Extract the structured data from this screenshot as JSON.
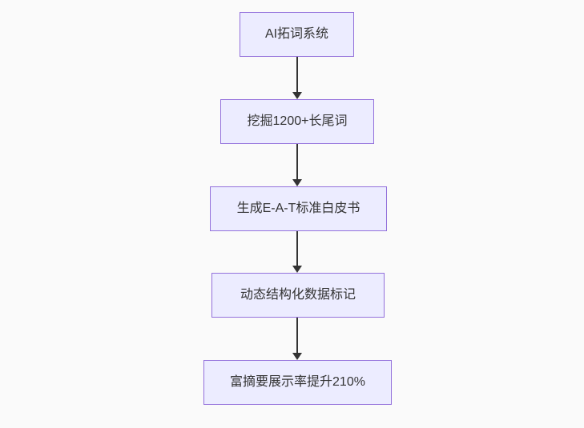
{
  "diagram": {
    "type": "flowchart",
    "direction": "top-down",
    "nodes": [
      {
        "id": "A",
        "label": "AI拓词系统"
      },
      {
        "id": "B",
        "label": "挖掘1200+长尾词"
      },
      {
        "id": "C",
        "label": "生成E-A-T标准白皮书"
      },
      {
        "id": "D",
        "label": "动态结构化数据标记"
      },
      {
        "id": "E",
        "label": "富摘要展示率提升210%"
      }
    ],
    "edges": [
      {
        "from": "A",
        "to": "B"
      },
      {
        "from": "B",
        "to": "C"
      },
      {
        "from": "C",
        "to": "D"
      },
      {
        "from": "D",
        "to": "E"
      }
    ],
    "colors": {
      "node_fill": "#ececff",
      "node_border": "#9370db",
      "node_text": "#333333",
      "arrow": "#333333",
      "background": "#fafafa"
    }
  }
}
